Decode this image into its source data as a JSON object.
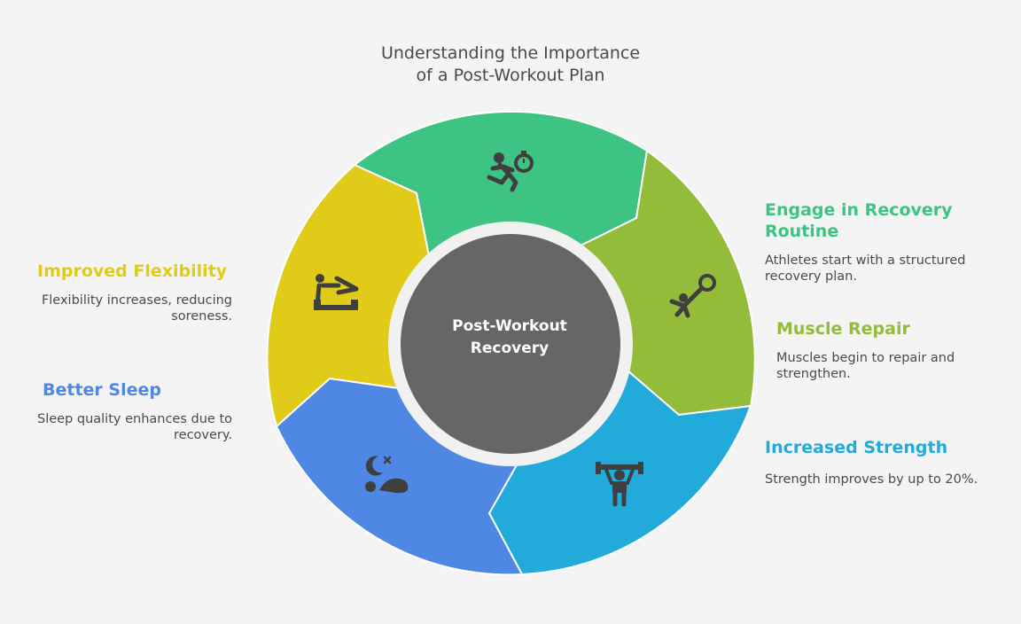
{
  "title": {
    "line1": "Understanding the Importance",
    "line2": "of a Post-Workout Plan"
  },
  "center": {
    "line1": "Post-Workout",
    "line2": "Recovery"
  },
  "colors": {
    "green": "#3ec482",
    "lime": "#93bc3a",
    "cyan": "#22aadb",
    "blue": "#4e87e4",
    "yellow": "#e0cc18",
    "center": "#666666",
    "icon": "#3f3f3f"
  },
  "items": [
    {
      "key": "engage",
      "title": "Engage in Recovery Routine",
      "title_line1": "Engage in Recovery",
      "title_line2": "Routine",
      "desc_line1": "Athletes start with a structured",
      "desc_line2": "recovery plan.",
      "color": "#3ec482",
      "icon": "runner-stopwatch-icon"
    },
    {
      "key": "muscle",
      "title": "Muscle Repair",
      "desc_line1": "Muscles begin to repair and",
      "desc_line2": "strengthen.",
      "color": "#93bc3a",
      "icon": "resistance-band-icon"
    },
    {
      "key": "strength",
      "title": "Increased Strength",
      "desc_line1": "Strength improves by up to 20%.",
      "color": "#22aadb",
      "icon": "weightlifter-icon"
    },
    {
      "key": "sleep",
      "title": "Better Sleep",
      "desc_line1": "Sleep quality enhances due to",
      "desc_line2": "recovery.",
      "color": "#4e87e4",
      "icon": "sleeping-person-icon"
    },
    {
      "key": "flex",
      "title": "Improved Flexibility",
      "desc_line1": "Flexibility increases, reducing",
      "desc_line2": "soreness.",
      "color": "#e0cc18",
      "icon": "stretching-person-icon"
    }
  ]
}
